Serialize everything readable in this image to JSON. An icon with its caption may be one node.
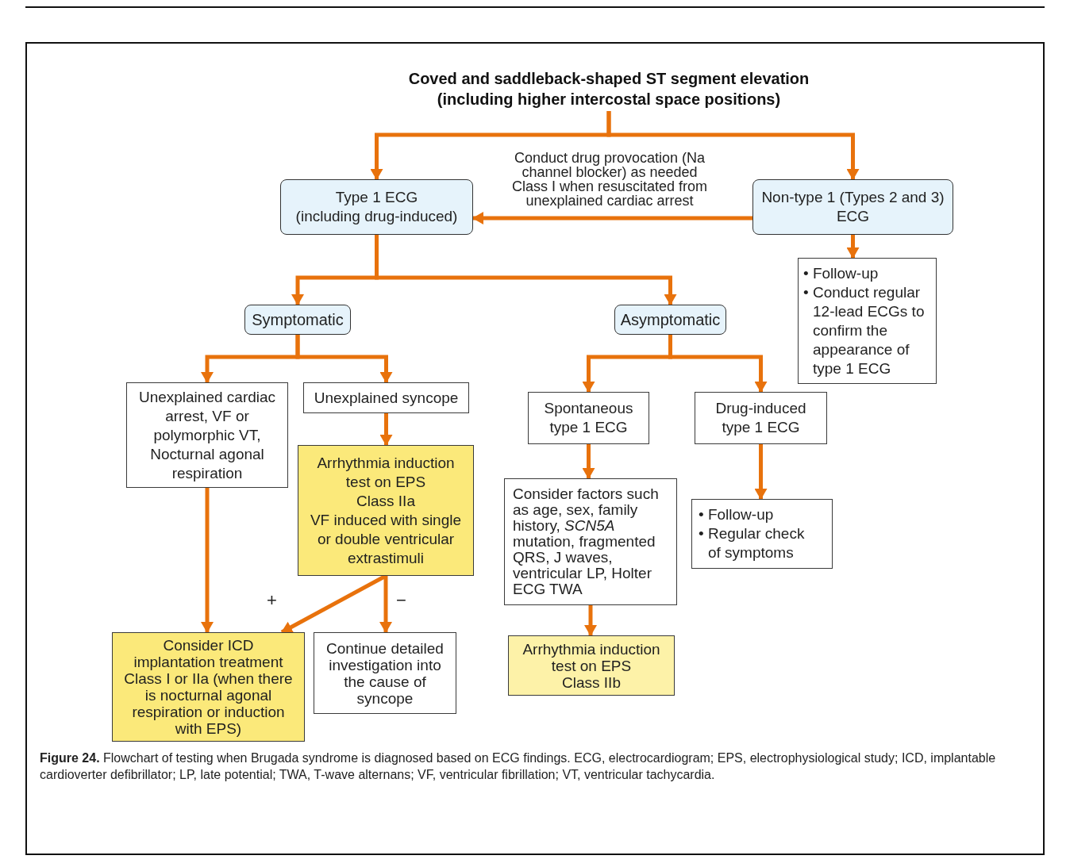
{
  "diagram": {
    "caption": "**Figure 24.** Flowchart of testing when Brugada syndrome is diagnosed based on ECG findings. ECG, electrocardiogram; EPS, electrophysiological study; ICD, implantable cardioverter defibrillator; LP, late potential; TWA, T-wave alternans; VF, ventricular fibrillation; VT, ventricular tachycardia.",
    "nodes": [
      {
        "text": [
          "Coved and saddleback-shaped ST segment elevation (including higher intercostal space positions)"
        ]
      },
      {
        "text": [
          "Type 1 ECG",
          "(including drug-induced)"
        ]
      },
      {
        "text": [
          "Non-type 1 (Types 2 and 3) ECG"
        ]
      },
      {
        "text": [
          "• Follow-up",
          "• Conduct regular 12-lead ECGs to confirm the appearance of type 1 ECG"
        ]
      },
      {
        "text": [
          "Symptomatic"
        ]
      },
      {
        "text": [
          "Asymptomatic"
        ]
      },
      {
        "text": [
          "Unexplained cardiac arrest, VF or polymorphic VT, Nocturnal agonal respiration"
        ]
      },
      {
        "text": [
          "Unexplained syncope"
        ]
      },
      {
        "text": [
          "Arrhythmia induction test on EPS",
          "Class IIa",
          "VF induced with single or double ventricular extrastimuli"
        ]
      },
      {
        "text": [
          "Spontaneous type 1 ECG"
        ]
      },
      {
        "text": [
          "Drug-induced type 1 ECG"
        ]
      },
      {
        "text": [
          "Consider factors such as age, sex, family history, *SCN5A* mutation, fragmented QRS, J waves, ventricular LP, Holter ECG TWA"
        ]
      },
      {
        "text": [
          "• Follow-up",
          "• Regular check of symptoms"
        ]
      },
      {
        "text": [
          "Consider ICD implantation treatment",
          "Class I or IIa (when there is nocturnal agonal respiration or induction with EPS)"
        ]
      },
      {
        "text": [
          "Continue detailed investigation into the cause of syncope"
        ]
      },
      {
        "text": [
          "Arrhythmia induction test on EPS",
          "Class IIb"
        ]
      }
    ],
    "edges": [
      {
        "from": 0,
        "to": 1,
        "arrow": "to"
      },
      {
        "from": 0,
        "to": 2,
        "arrow": "to"
      },
      {
        "from": 2,
        "to": 1,
        "arrow": "to",
        "label": "Conduct drug provocation (Na channel blocker) as needed Class I when resuscitated from unexplained cardiac arrest"
      },
      {
        "from": 2,
        "to": 3,
        "arrow": "to"
      },
      {
        "from": 1,
        "to": 4,
        "arrow": "to"
      },
      {
        "from": 1,
        "to": 5,
        "arrow": "to"
      },
      {
        "from": 4,
        "to": 6,
        "arrow": "to"
      },
      {
        "from": 4,
        "to": 7,
        "arrow": "to"
      },
      {
        "from": 5,
        "to": 9,
        "arrow": "to"
      },
      {
        "from": 5,
        "to": 10,
        "arrow": "to"
      },
      {
        "from": 7,
        "to": 8,
        "arrow": "to"
      },
      {
        "from": 6,
        "to": 13,
        "arrow": "to"
      },
      {
        "from": 8,
        "to": 13,
        "arrow": "to",
        "label": "+"
      },
      {
        "from": 8,
        "to": 14,
        "arrow": "to",
        "label": "−"
      },
      {
        "from": 9,
        "to": 11,
        "arrow": "to"
      },
      {
        "from": 10,
        "to": 12,
        "arrow": "to"
      },
      {
        "from": 11,
        "to": 15,
        "arrow": "to"
      }
    ]
  }
}
